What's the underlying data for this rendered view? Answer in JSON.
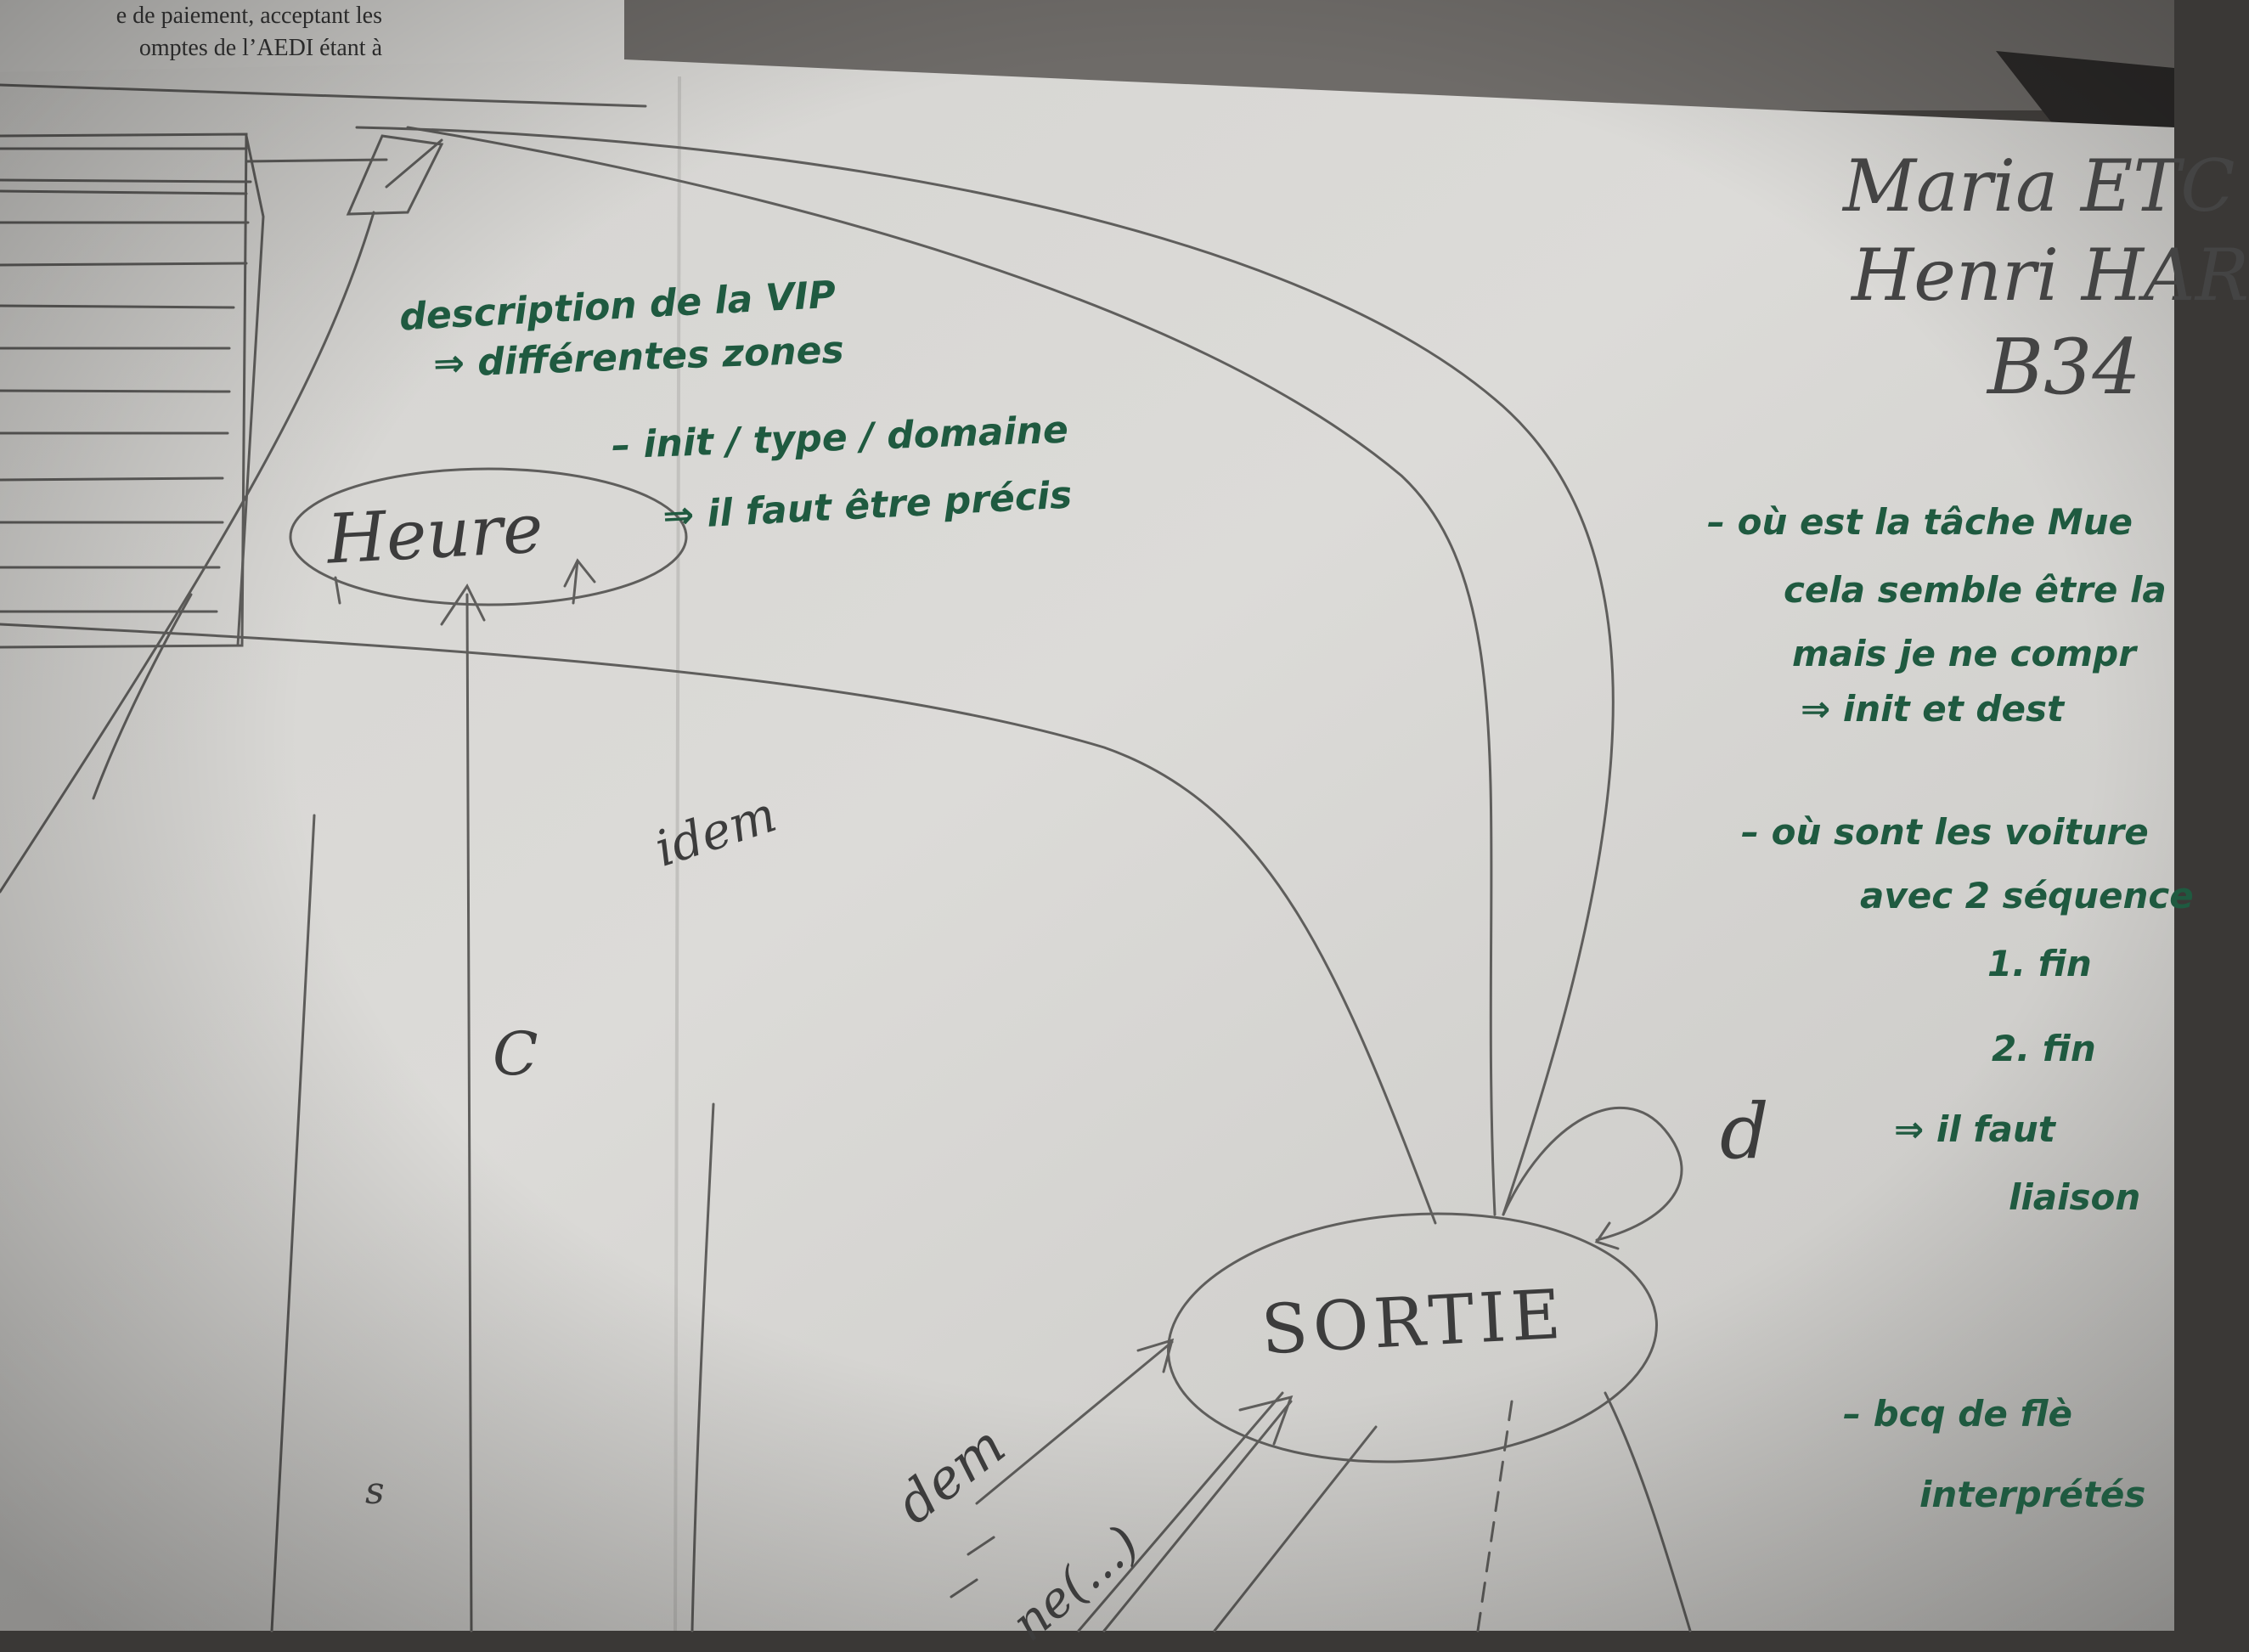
{
  "printed_text": {
    "line1": "e de paiement, acceptant les",
    "line2": "omptes de l’AEDI étant à"
  },
  "diagram": {
    "nodes": {
      "heure": "Heure",
      "sortie": "SORTIE"
    },
    "edge_labels": {
      "idem": "idem",
      "c": "C",
      "d": "d",
      "dem": "dem",
      "partial": "ne(...)",
      "s": "s"
    }
  },
  "green_notes": {
    "line1": "description de la VIP",
    "line2": "⇒ différentes zones",
    "line3": "– init / type / domaine",
    "line4": "⇒ il faut être précis"
  },
  "author_block": {
    "name1": "Maria ETC",
    "name2": "Henri HAR",
    "group": "B34"
  },
  "right_notes": {
    "n1": "– où est la tâche Mue",
    "n2": "cela semble être la",
    "n3": "mais je ne compr",
    "n4": "⇒ init et dest",
    "n5": "– où sont les voiture",
    "n6": "avec 2 séquence",
    "n7": "1. fin",
    "n8": "2. fin",
    "n9": "⇒ il faut",
    "n10": "liaison",
    "n11": "– bcq de flè",
    "n12": "interprétés"
  }
}
